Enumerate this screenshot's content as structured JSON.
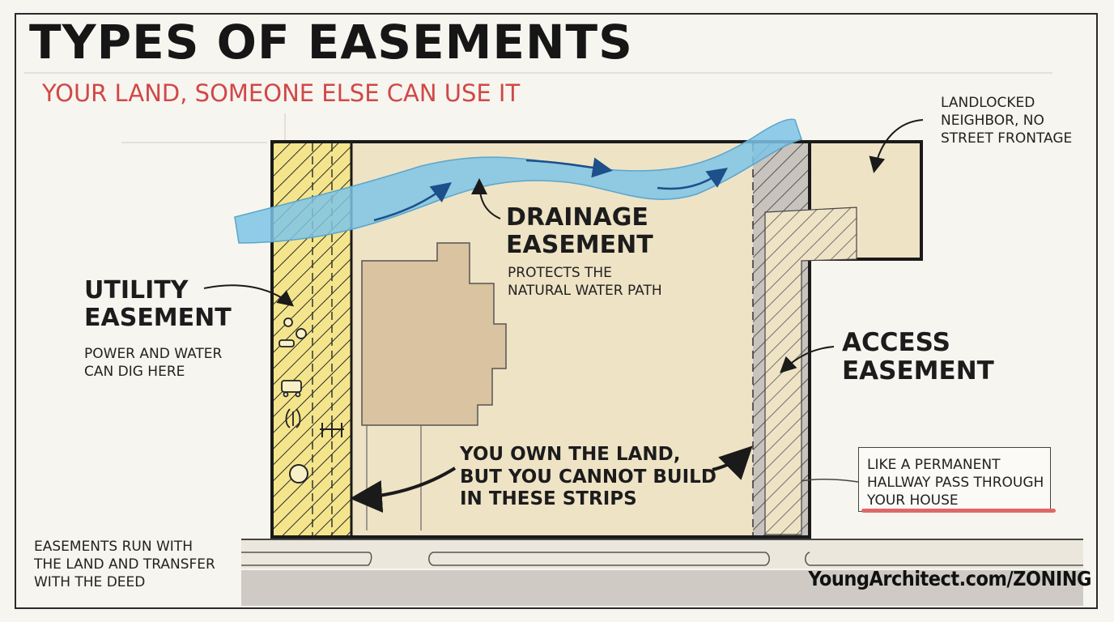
{
  "header": {
    "title": "TYPES OF EASEMENTS",
    "subtitle": "YOUR LAND, SOMEONE ELSE CAN USE IT"
  },
  "labels": {
    "landlocked": [
      "LANDLOCKED",
      "NEIGHBOR, NO",
      "STREET FRONTAGE"
    ],
    "drainage": {
      "title": [
        "DRAINAGE",
        "EASEMENT"
      ],
      "desc": [
        "PROTECTS THE",
        "NATURAL WATER PATH"
      ]
    },
    "utility": {
      "title": [
        "UTILITY",
        "EASEMENT"
      ],
      "desc": [
        "POWER AND WATER",
        "CAN DIG HERE"
      ]
    },
    "access": {
      "title": [
        "ACCESS",
        "EASEMENT"
      ]
    },
    "center_callout": [
      "YOU OWN THE LAND,",
      "BUT YOU CANNOT BUILD",
      "IN THESE STRIPS"
    ],
    "hallway_note": [
      "LIKE A PERMANENT",
      "HALLWAY PASS THROUGH",
      "YOUR HOUSE"
    ],
    "run_with_land": [
      "EASEMENTS RUN WITH",
      "THE LAND AND TRANSFER",
      "WITH THE DEED"
    ]
  },
  "footer": {
    "credit": "YoungArchitect.com/ZONING"
  },
  "colors": {
    "title": "#161616",
    "subtitle": "#d04848",
    "lot_fill": "#efe3c6",
    "utility_strip": "#f4e58c",
    "water": "#7ec4e6",
    "access_strip": "#bdb8b3",
    "house": "#d9c3a0",
    "highlight": "#e06767"
  },
  "icons": [
    "pipe-icon",
    "valve-icon",
    "utility-box-icon",
    "manhole-icon",
    "curved-arrow-icon"
  ]
}
